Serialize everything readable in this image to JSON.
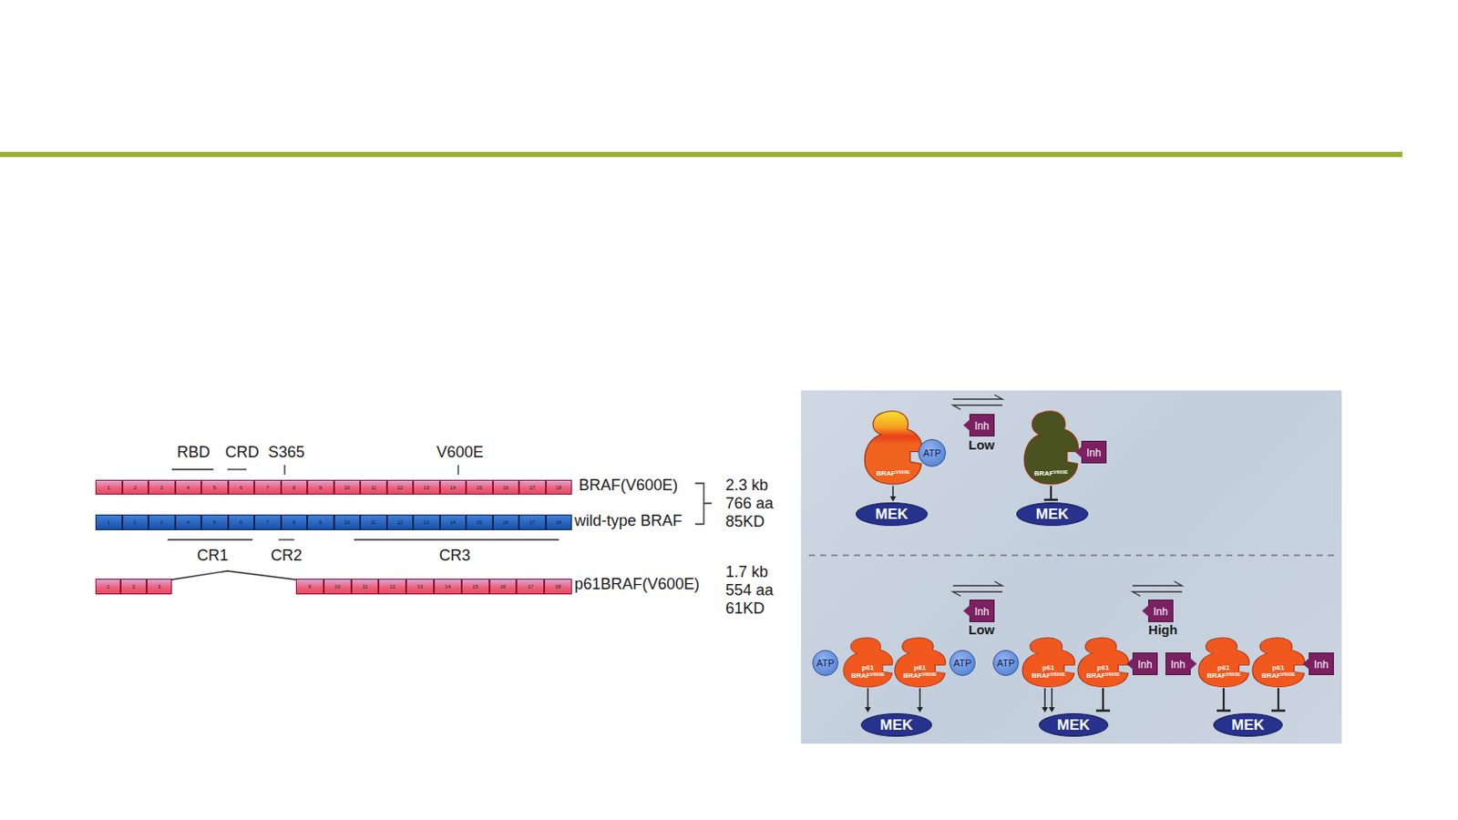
{
  "diagram": {
    "nodes": [
      {
        "text": [
          "1"
        ]
      },
      {
        "text": [
          "2"
        ]
      },
      {
        "text": [
          "3"
        ]
      },
      {
        "text": [
          "4"
        ]
      },
      {
        "text": [
          "5"
        ]
      },
      {
        "text": [
          "6"
        ]
      },
      {
        "text": [
          "7"
        ]
      },
      {
        "text": [
          "8"
        ]
      },
      {
        "text": [
          "9"
        ]
      },
      {
        "text": [
          "10"
        ]
      },
      {
        "text": [
          "11"
        ]
      },
      {
        "text": [
          "12"
        ]
      },
      {
        "text": [
          "13"
        ]
      },
      {
        "text": [
          "14"
        ]
      },
      {
        "text": [
          "15"
        ]
      },
      {
        "text": [
          "16"
        ]
      },
      {
        "text": [
          "17"
        ]
      },
      {
        "text": [
          "18"
        ]
      },
      {
        "text": [
          "1"
        ]
      },
      {
        "text": [
          "2"
        ]
      },
      {
        "text": [
          "3"
        ]
      },
      {
        "text": [
          "4"
        ]
      },
      {
        "text": [
          "5"
        ]
      },
      {
        "text": [
          "6"
        ]
      },
      {
        "text": [
          "7"
        ]
      },
      {
        "text": [
          "8"
        ]
      },
      {
        "text": [
          "9"
        ]
      },
      {
        "text": [
          "10"
        ]
      },
      {
        "text": [
          "11"
        ]
      },
      {
        "text": [
          "12"
        ]
      },
      {
        "text": [
          "13"
        ]
      },
      {
        "text": [
          "14"
        ]
      },
      {
        "text": [
          "15"
        ]
      },
      {
        "text": [
          "16"
        ]
      },
      {
        "text": [
          "17"
        ]
      },
      {
        "text": [
          "18"
        ]
      },
      {
        "text": [
          "1"
        ]
      },
      {
        "text": [
          "2"
        ]
      },
      {
        "text": [
          "3"
        ]
      },
      {
        "text": [
          "9"
        ]
      },
      {
        "text": [
          "10"
        ]
      },
      {
        "text": [
          "11"
        ]
      },
      {
        "text": [
          "12"
        ]
      },
      {
        "text": [
          "13"
        ]
      },
      {
        "text": [
          "14"
        ]
      },
      {
        "text": [
          "15"
        ]
      },
      {
        "text": [
          "16"
        ]
      },
      {
        "text": [
          "17"
        ]
      },
      {
        "text": [
          "18"
        ]
      },
      {
        "text": [
          "BRAF",
          "V600E"
        ]
      },
      {
        "text": [
          "ATP"
        ]
      },
      {
        "text": [
          "Inh"
        ]
      },
      {
        "text": [
          "BRAF",
          "V600E"
        ]
      },
      {
        "text": [
          "Inh"
        ]
      },
      {
        "text": [
          "MEK"
        ]
      },
      {
        "text": [
          "MEK"
        ]
      },
      {
        "text": [
          "ATP"
        ]
      },
      {
        "text": [
          "p61",
          "BRAF",
          "V600E"
        ]
      },
      {
        "text": [
          "p61",
          "BRAF",
          "V600E"
        ]
      },
      {
        "text": [
          "ATP"
        ]
      },
      {
        "text": [
          "Inh"
        ]
      },
      {
        "text": [
          "ATP"
        ]
      },
      {
        "text": [
          "p61",
          "BRAF",
          "V600E"
        ]
      },
      {
        "text": [
          "p61",
          "BRAF",
          "V600E"
        ]
      },
      {
        "text": [
          "Inh"
        ]
      },
      {
        "text": [
          "Inh"
        ]
      },
      {
        "text": [
          "Inh"
        ]
      },
      {
        "text": [
          "p61",
          "BRAF",
          "V600E"
        ]
      },
      {
        "text": [
          "p61",
          "BRAF",
          "V600E"
        ]
      },
      {
        "text": [
          "Inh"
        ]
      },
      {
        "text": [
          "MEK"
        ]
      },
      {
        "text": [
          "MEK"
        ]
      },
      {
        "text": [
          "MEK"
        ]
      }
    ],
    "edges": [
      {
        "from": 49,
        "to": 54,
        "arrow": "to"
      },
      {
        "from": 52,
        "to": 55,
        "arrow": "to"
      },
      {
        "from": 57,
        "to": 70,
        "arrow": "to"
      },
      {
        "from": 58,
        "to": 70,
        "arrow": "to"
      },
      {
        "from": 62,
        "to": 71,
        "arrow": "to"
      },
      {
        "from": 63,
        "to": 71,
        "arrow": "to"
      },
      {
        "from": 67,
        "to": 72,
        "arrow": "to"
      },
      {
        "from": 68,
        "to": 72,
        "arrow": "to"
      }
    ],
    "labels": [
      "RBD",
      "CRD",
      "S365",
      "V600E",
      "BRAF(V600E)",
      "wild-type BRAF",
      "2.3 kb",
      "766 aa",
      "85KD",
      "CR1",
      "CR2",
      "CR3",
      "p61BRAF(V600E)",
      "1.7 kb",
      "554 aa",
      "61KD",
      "Low",
      "Low",
      "High"
    ]
  }
}
